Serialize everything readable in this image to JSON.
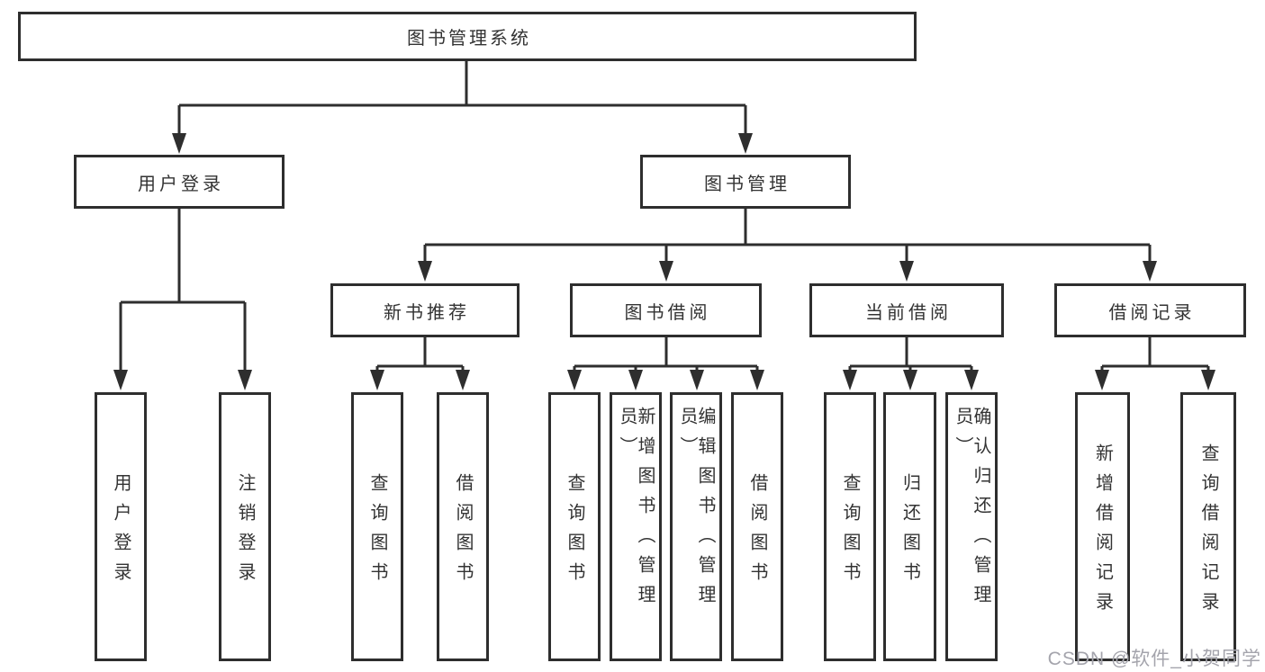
{
  "diagram": {
    "title": "图书管理系统",
    "root": {
      "label": "图书管理系统"
    },
    "level2": [
      {
        "label": "用户登录"
      },
      {
        "label": "图书管理"
      }
    ],
    "level3": [
      {
        "label": "新书推荐",
        "parent": "图书管理"
      },
      {
        "label": "图书借阅",
        "parent": "图书管理"
      },
      {
        "label": "当前借阅",
        "parent": "图书管理"
      },
      {
        "label": "借阅记录",
        "parent": "图书管理"
      }
    ],
    "leaves": [
      {
        "label": "用户登录",
        "parent": "用户登录"
      },
      {
        "label": "注销登录",
        "parent": "用户登录"
      },
      {
        "label": "查询图书",
        "parent": "新书推荐"
      },
      {
        "label": "借阅图书",
        "parent": "新书推荐"
      },
      {
        "label": "查询图书",
        "parent": "图书借阅"
      },
      {
        "label": "新增图书（管理员）",
        "parent": "图书借阅"
      },
      {
        "label": "编辑图书（管理员）",
        "parent": "图书借阅"
      },
      {
        "label": "借阅图书",
        "parent": "图书借阅"
      },
      {
        "label": "查询图书",
        "parent": "当前借阅"
      },
      {
        "label": "归还图书",
        "parent": "当前借阅"
      },
      {
        "label": "确认归还（管理员）",
        "parent": "当前借阅"
      },
      {
        "label": "新增借阅记录",
        "parent": "借阅记录"
      },
      {
        "label": "查询借阅记录",
        "parent": "借阅记录"
      }
    ]
  },
  "watermark": {
    "text": "CSDN @软件_小贺同学"
  },
  "colors": {
    "line": "#2e2e2e",
    "box_border": "#2e2e2e",
    "text": "#333333",
    "background": "#ffffff",
    "watermark": "#a4a4ac"
  }
}
